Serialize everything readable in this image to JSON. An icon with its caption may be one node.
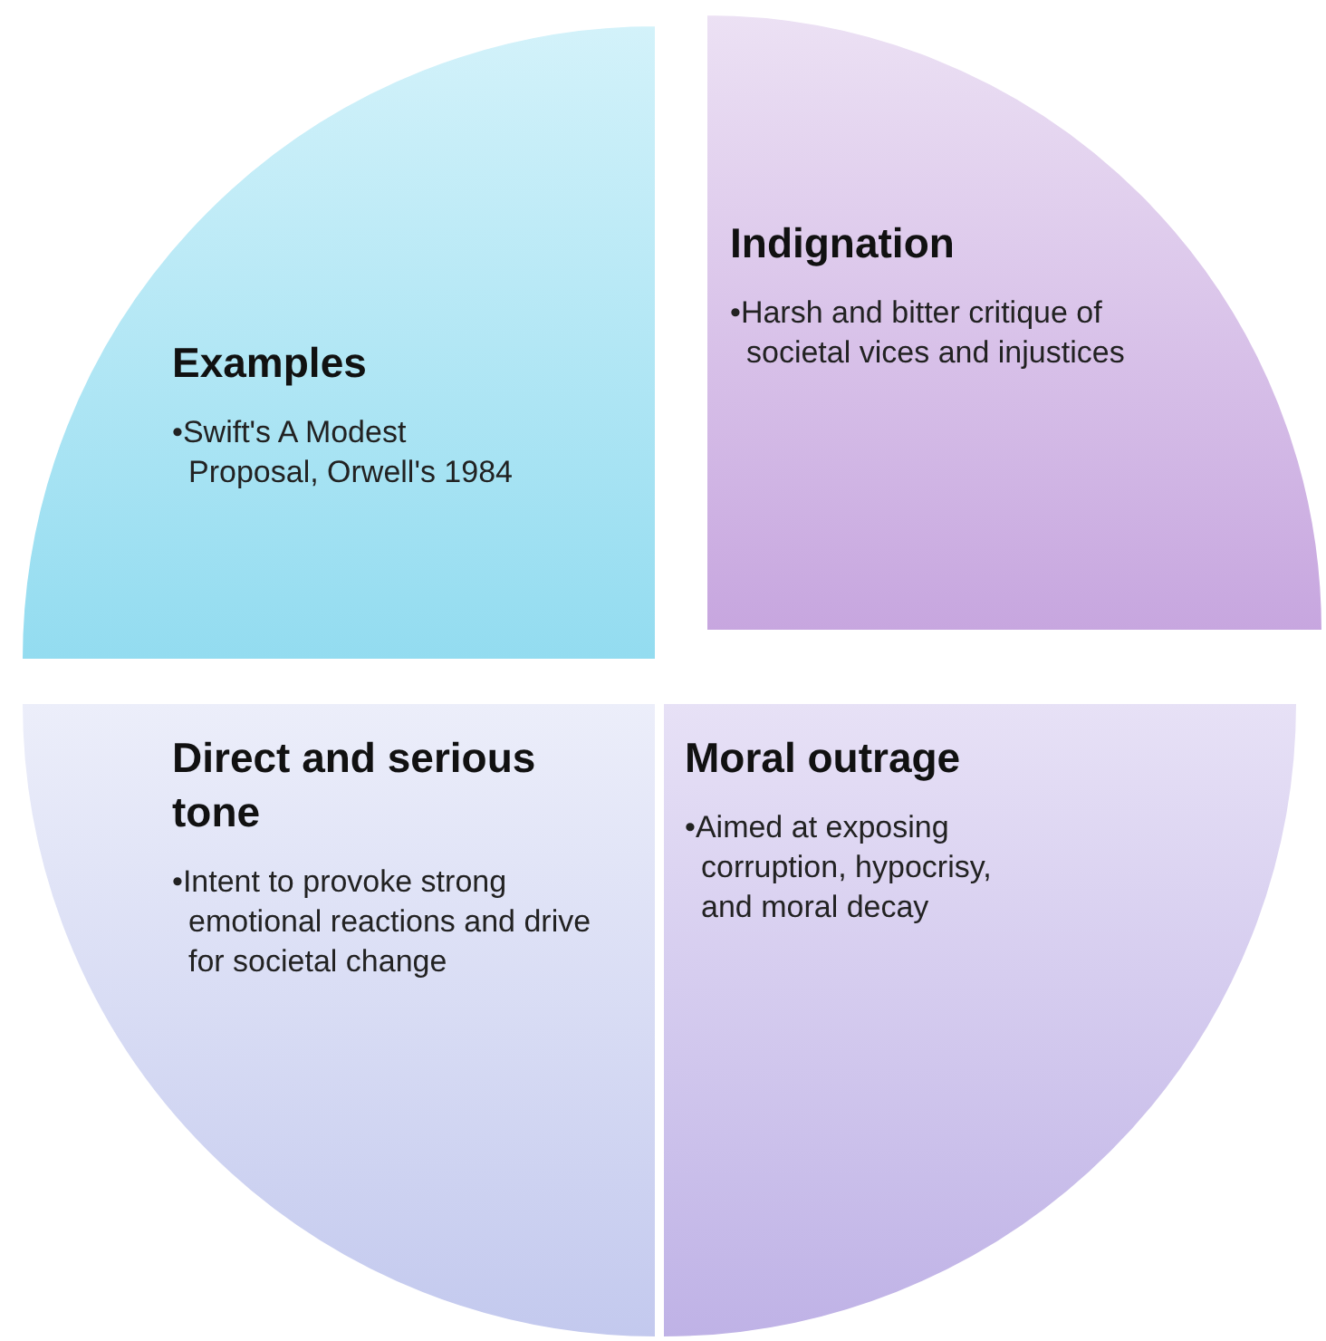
{
  "diagram": {
    "nodes": [
      {
        "text": [
          "Examples",
          "•Swift's A Modest Proposal, Orwell's 1984"
        ]
      },
      {
        "text": [
          "Indignation",
          "•Harsh and bitter critique of societal vices and injustices"
        ]
      },
      {
        "text": [
          "Direct and serious tone",
          "•Intent to provoke strong emotional reactions and drive for societal change"
        ]
      },
      {
        "text": [
          "Moral outrage",
          "•Aimed at exposing corruption, hypocrisy, and moral decay"
        ]
      }
    ]
  }
}
